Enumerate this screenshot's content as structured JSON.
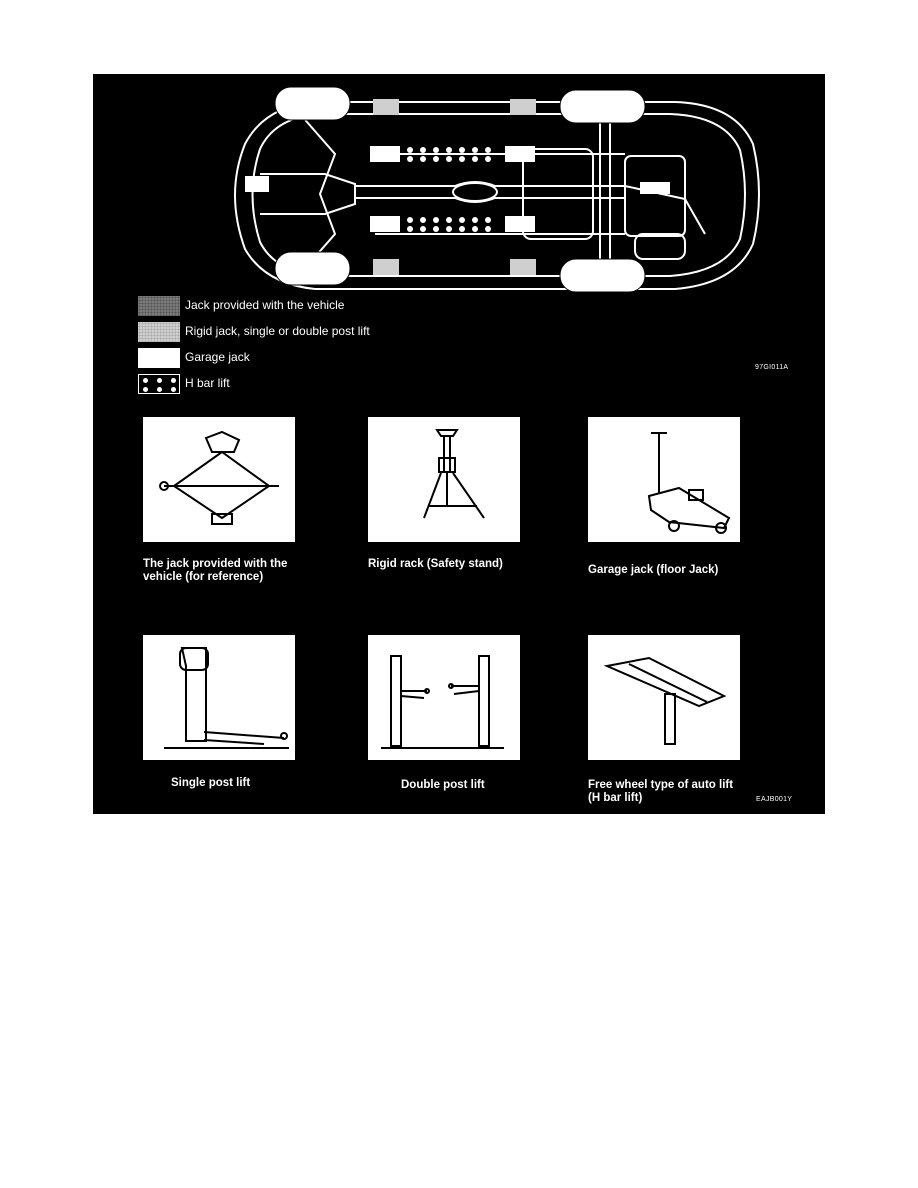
{
  "legend": [
    {
      "label": "Jack provided with the vehicle",
      "swatch": "dark-gray"
    },
    {
      "label": "Rigid jack, single or double post lift",
      "swatch": "light-gray"
    },
    {
      "label": "Garage jack",
      "swatch": "white"
    },
    {
      "label": "H bar lift",
      "swatch": "dotted"
    }
  ],
  "figure_codes": {
    "top": "97GI011A",
    "bottom": "EAJB001Y"
  },
  "equipment": [
    {
      "line1": "The jack provided with the",
      "line2": "vehicle (for reference)"
    },
    {
      "line1": "Rigid rack (Safety stand)",
      "line2": ""
    },
    {
      "line1": "Garage jack (floor Jack)",
      "line2": ""
    },
    {
      "line1": "Single post lift",
      "line2": ""
    },
    {
      "line1": "Double post lift",
      "line2": ""
    },
    {
      "line1": "Free wheel type of auto lift",
      "line2": "(H bar lift)"
    }
  ],
  "colors": {
    "background": "#000000",
    "foreground": "#ffffff"
  }
}
